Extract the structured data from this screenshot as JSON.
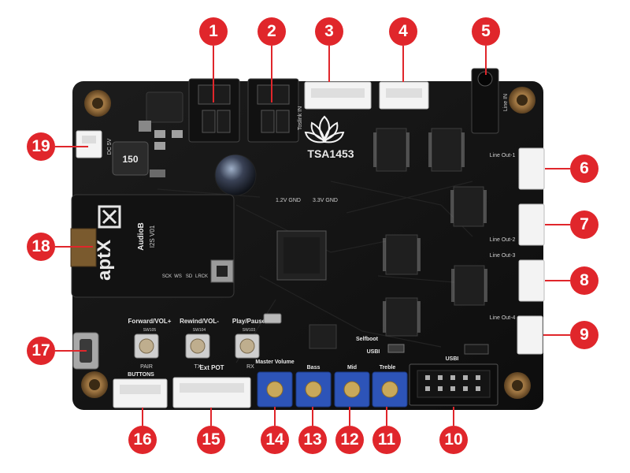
{
  "callouts": [
    "1",
    "2",
    "3",
    "4",
    "5",
    "6",
    "7",
    "8",
    "9",
    "10",
    "11",
    "12",
    "13",
    "14",
    "15",
    "16",
    "17",
    "18",
    "19"
  ],
  "board": {
    "chip_logo_text": "TSA1453",
    "line_outputs": [
      "Line Out-1",
      "Line Out-2",
      "Line Out-3",
      "Line Out-4"
    ],
    "toslink_label": "Toslink IN",
    "line_in_label": "Line IN",
    "dc_label": "DC 5V",
    "gnd_labels": [
      "1.2V GND",
      "3.3V GND"
    ],
    "module": {
      "brand": "aptX",
      "name": "AudioB",
      "subtitle": "I2S  V01",
      "pins": [
        "SCK",
        "WS",
        "SD",
        "LRCK"
      ]
    },
    "buttons": [
      {
        "function": "Forward/VOL+",
        "code": "SW105",
        "cap": "PAIR"
      },
      {
        "function": "Rewind/VOL-",
        "code": "SW104",
        "cap": "TX"
      },
      {
        "function": "Play/Pause",
        "code": "SW103",
        "cap": "RX"
      }
    ],
    "header_labels": {
      "buttons": "BUTTONS",
      "ext_pot": "Ext POT",
      "usbi": "USBI",
      "selfboot": "Selfboot",
      "usbi_small": "USBI"
    },
    "pots": [
      "Master Volume",
      "Bass",
      "Mid",
      "Treble"
    ],
    "inductor_value": "150"
  },
  "colors": {
    "badge": "#e0262b",
    "pcb": "#151515",
    "connector": "#f3f3f3",
    "pot": "#2d54b8"
  }
}
